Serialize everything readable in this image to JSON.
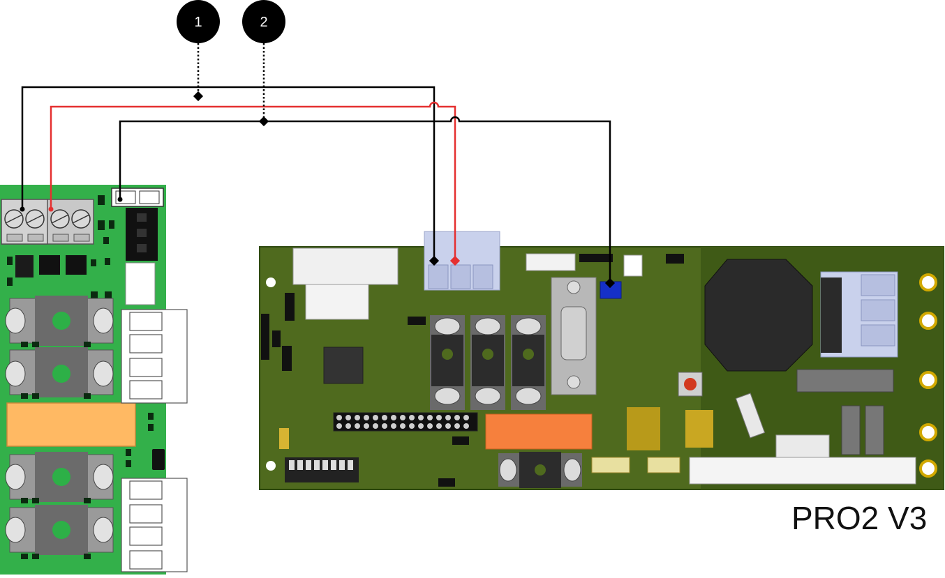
{
  "callouts": [
    {
      "number": "1"
    },
    {
      "number": "2"
    }
  ],
  "board_label": "PRO2 V3",
  "colors": {
    "pcb_green_left": "#33b04a",
    "pcb_dark_right": "#4f6a1e",
    "wire_black": "#000000",
    "wire_red": "#e53030",
    "relay_orange_left": "#ffb963",
    "relay_orange_right": "#f6803d",
    "connector_lightblue": "#c9d1ec",
    "jumper_blue": "#1530c8"
  }
}
